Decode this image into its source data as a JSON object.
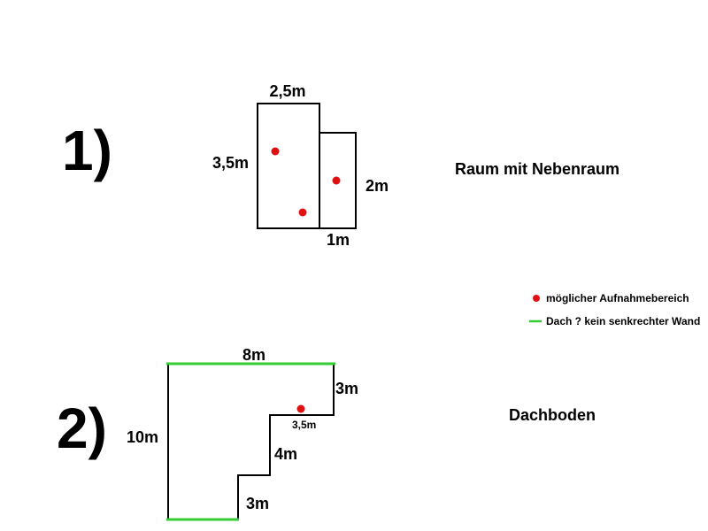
{
  "diagram1": {
    "number": "1)",
    "caption": "Raum mit Nebenraum",
    "dims": {
      "top": "2,5m",
      "left": "3,5m",
      "right": "2m",
      "bottom": "1m"
    }
  },
  "diagram2": {
    "number": "2)",
    "caption": "Dachboden",
    "dims": {
      "top": "8m",
      "left": "10m",
      "step_right": "3m",
      "step_inner": "3,5m",
      "middle": "4m",
      "bottom": "3m"
    }
  },
  "legend": {
    "dot_label": "möglicher Aufnahmebereich",
    "line_label": "Dach ? kein senkrechter Wand"
  },
  "colors": {
    "line": "#000000",
    "dot": "#e01010",
    "roof": "#33cc33"
  }
}
